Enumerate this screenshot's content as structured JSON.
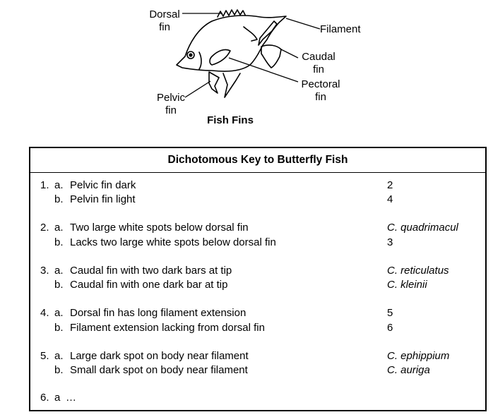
{
  "figure": {
    "title": "Fish Fins",
    "labels": {
      "dorsal": [
        "Dorsal",
        "fin"
      ],
      "filament": "Filament",
      "caudal": [
        "Caudal",
        "fin"
      ],
      "pectoral": [
        "Pectoral",
        "fin"
      ],
      "pelvic": [
        "Pelvic",
        "fin"
      ]
    }
  },
  "key": {
    "title": "Dichotomous Key to Butterfly Fish",
    "steps": [
      {
        "num": "1.",
        "a": {
          "letter": "a.",
          "text": "Pelvic fin dark",
          "result": "2",
          "italic": false
        },
        "b": {
          "letter": "b.",
          "text": "Pelvin fin light",
          "result": "4",
          "italic": false
        }
      },
      {
        "num": "2.",
        "a": {
          "letter": "a.",
          "text": "Two large white spots below dorsal fin",
          "result": "C. quadrimacul",
          "italic": true
        },
        "b": {
          "letter": "b.",
          "text": "Lacks two large white spots below dorsal fin",
          "result": "3",
          "italic": false
        }
      },
      {
        "num": "3.",
        "a": {
          "letter": "a.",
          "text": "Caudal fin with two dark bars at tip",
          "result": "C. reticulatus",
          "italic": true
        },
        "b": {
          "letter": "b.",
          "text": "Caudal fin with one dark bar at tip",
          "result": "C. kleinii",
          "italic": true
        }
      },
      {
        "num": "4.",
        "a": {
          "letter": "a.",
          "text": "Dorsal fin has long filament extension",
          "result": "5",
          "italic": false
        },
        "b": {
          "letter": "b.",
          "text": "Filament extension lacking from dorsal fin",
          "result": "6",
          "italic": false
        }
      },
      {
        "num": "5.",
        "a": {
          "letter": "a.",
          "text": "Large dark spot on body near filament",
          "result": "C. ephippium",
          "italic": true
        },
        "b": {
          "letter": "b.",
          "text": "Small dark spot on body near filament",
          "result": "C. auriga",
          "italic": true
        }
      }
    ],
    "last": {
      "num": "6.",
      "letter": "a",
      "text": "…"
    }
  }
}
